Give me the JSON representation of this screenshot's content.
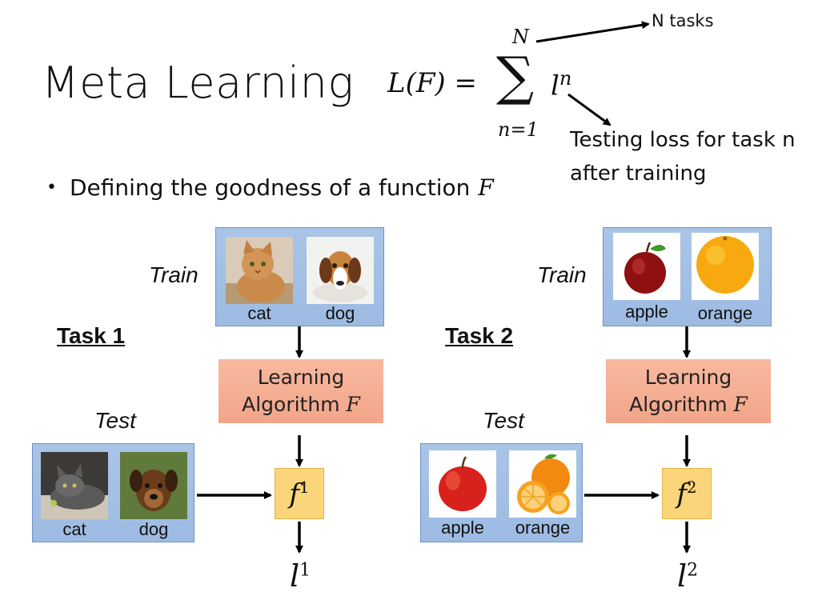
{
  "slide": {
    "title": "Meta Learning",
    "formula": {
      "lhs": "L(F) = ",
      "sum_symbol": "∑",
      "upper_limit": "N",
      "lower_limit": "n=1",
      "term_base": "l",
      "term_sup": "n"
    },
    "annotation_n_tasks": "N tasks",
    "annotation_testing_loss_line1": "Testing loss for task n",
    "annotation_testing_loss_line2": "after training",
    "bullet_text": "Defining the goodness of a function",
    "bullet_symbol": "F"
  },
  "tasks": [
    {
      "label": "Task 1",
      "train_label": "Train",
      "test_label": "Test",
      "train_items": [
        "cat",
        "dog"
      ],
      "test_items": [
        "cat",
        "dog"
      ],
      "algorithm_line1": "Learning",
      "algorithm_line2": "Algorithm",
      "algorithm_symbol": "F",
      "model_base": "f",
      "model_sup": "1",
      "loss_base": "l",
      "loss_sup": "1"
    },
    {
      "label": "Task 2",
      "train_label": "Train",
      "test_label": "Test",
      "train_items": [
        "apple",
        "orange"
      ],
      "test_items": [
        "apple",
        "orange"
      ],
      "algorithm_line1": "Learning",
      "algorithm_line2": "Algorithm",
      "algorithm_symbol": "F",
      "model_base": "f",
      "model_sup": "2",
      "loss_base": "l",
      "loss_sup": "2"
    }
  ],
  "colors": {
    "panel_blue": "#a9c4e6",
    "algorithm_salmon": "#f5ae92",
    "model_yellow": "#fbd579"
  }
}
